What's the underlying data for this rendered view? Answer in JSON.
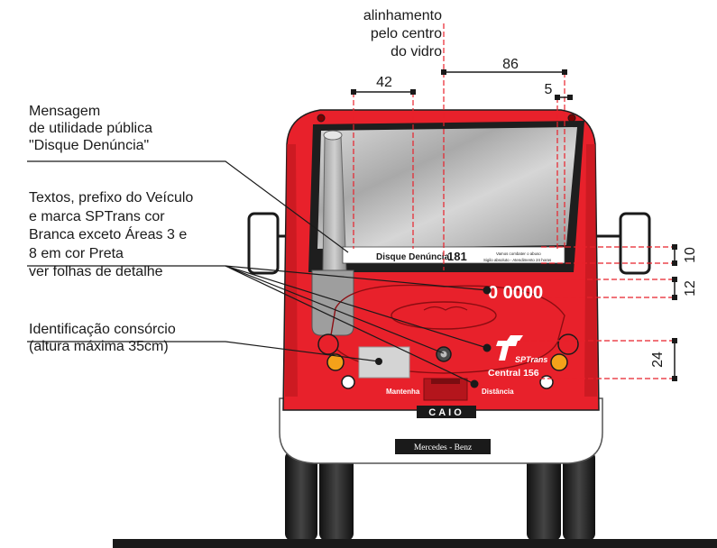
{
  "annotations": {
    "center_alignment": [
      "alinhamento",
      "pelo centro",
      "do vidro"
    ],
    "message": [
      "Mensagem",
      "de utilidade pública",
      "\"Disque Denúncia\""
    ],
    "texts": [
      "Textos,  prefixo do Veículo",
      "e marca SPTrans cor",
      "Branca exceto Áreas 3 e",
      "8 em cor Preta",
      "ver folhas de detalhe"
    ],
    "consortium": [
      "Identificação consórcio",
      "(altura máxima 35cm)"
    ]
  },
  "dimensions": {
    "d42": "42",
    "d86": "86",
    "d5": "5",
    "d10": "10",
    "d12": "12",
    "d24": "24"
  },
  "bus": {
    "banner_label": "Disque Denúncia",
    "banner_number": "181",
    "banner_small_1": "Vamos combater o abuso",
    "banner_small_2": "Sigilo absoluto - Atendimento 24 horas",
    "prefix": "0 0000",
    "logo_text": "SPTrans",
    "central": "Central 156",
    "keep": "Mantenha",
    "distance": "Distância",
    "maker": "CAIO",
    "brand": "Mercedes - Benz"
  },
  "colors": {
    "body_red": "#e8212b",
    "dark": "#1e1e1e",
    "annotation_red": "#e8212b"
  }
}
